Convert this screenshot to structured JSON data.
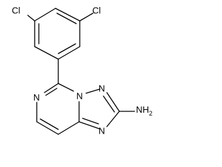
{
  "molecule": {
    "atoms": {
      "cl_left": "Cl",
      "cl_right": "Cl",
      "n_pyrimidine": "N",
      "n_bridge": "N",
      "n_triazole_top": "N",
      "n_triazole_bottom": "N",
      "amine_prefix": "NH",
      "amine_subscript": "2"
    }
  },
  "colors": {
    "bond": "#000000",
    "label": "#000000",
    "background": "#ffffff"
  }
}
